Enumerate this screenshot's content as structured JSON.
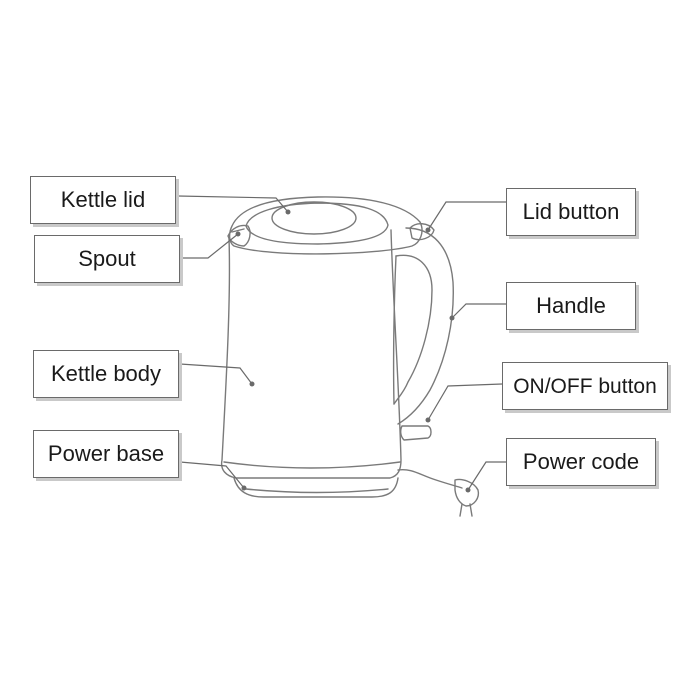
{
  "labels": {
    "kettle_lid": "Kettle lid",
    "spout": "Spout",
    "kettle_body": "Kettle body",
    "power_base": "Power base",
    "lid_button": "Lid button",
    "handle": "Handle",
    "on_off_button": "ON/OFF button",
    "power_code": "Power code"
  },
  "colors": {
    "line": "#6a6a6a",
    "box_border": "#6a6a6a",
    "box_shadow": "#c9c9c9",
    "text": "#1a1a1a"
  }
}
